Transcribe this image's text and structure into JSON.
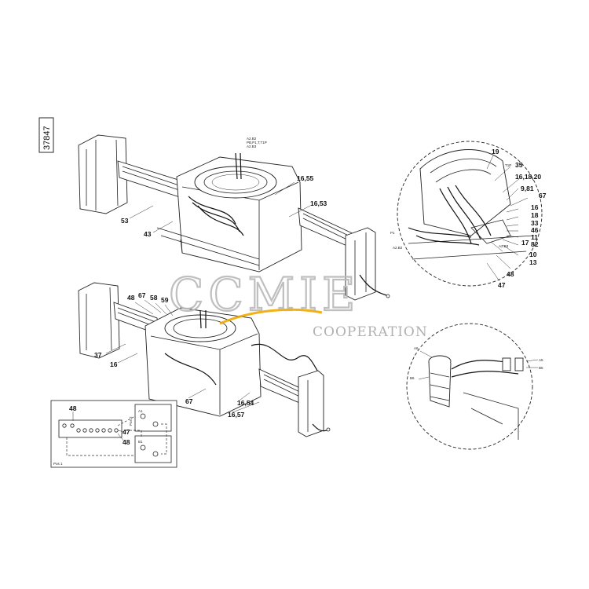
{
  "sheet": {
    "id": "37847"
  },
  "top_view": {
    "labels": [
      "53",
      "43",
      "16,55",
      "16,53"
    ],
    "tag_lines": [
      "A2.B2",
      "PB,P1,T,T1P",
      "A2.B3"
    ]
  },
  "bottom_view": {
    "labels": [
      "48",
      "67",
      "58",
      "59",
      "37",
      "16",
      "67",
      "16,54",
      "16,57"
    ]
  },
  "detail_right": {
    "labels": [
      "19",
      "35",
      "16,18,20",
      "9,81",
      "67",
      "16",
      "18",
      "33",
      "46",
      "11",
      "82",
      "17",
      "10",
      "13",
      "48",
      "47"
    ],
    "small_tags": [
      "P1",
      "A2.B2",
      "A2.B3",
      "T1P"
    ]
  },
  "detail_lower": {
    "small_tags": [
      "A6",
      "B6",
      "A5",
      "B5"
    ]
  },
  "schematic": {
    "labels": [
      "48",
      "47",
      "48"
    ],
    "small_tags": [
      "A1",
      "B1",
      "Pos 1",
      "Pos 2"
    ]
  },
  "watermark": {
    "brand": "CCMIE",
    "sub": "COOPERATION"
  },
  "colors": {
    "ink": "#111111",
    "watermark": "#b9b9b9",
    "brand_swoosh": "#f2a900"
  }
}
